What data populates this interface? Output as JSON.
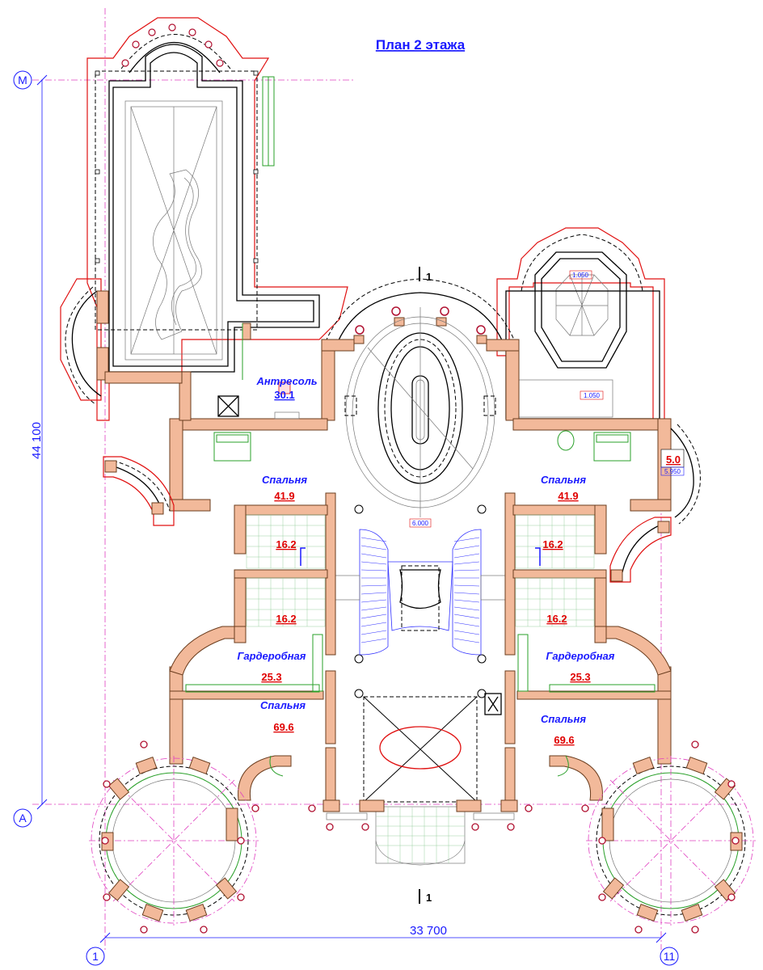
{
  "title": "План 2 этажа",
  "axes": {
    "top_left": "M",
    "bottom_left": "A",
    "bottom_1": "1",
    "bottom_11": "11"
  },
  "dimensions": {
    "vertical": "44 100",
    "horizontal": "33 700"
  },
  "section_marks": [
    "1",
    "1"
  ],
  "rooms": [
    {
      "name": "Антресоль",
      "area": "30.1"
    },
    {
      "name": "Спальня",
      "area": "41.9"
    },
    {
      "name": "Спальня",
      "area": "41.9"
    },
    {
      "name": "",
      "area": "16.2"
    },
    {
      "name": "",
      "area": "16.2"
    },
    {
      "name": "",
      "area": "16.2"
    },
    {
      "name": "",
      "area": "16.2"
    },
    {
      "name": "Гардеробная",
      "area": "25.3"
    },
    {
      "name": "Гардеробная",
      "area": "25.3"
    },
    {
      "name": "Спальня",
      "area": "69.6"
    },
    {
      "name": "Спальня",
      "area": "69.6"
    },
    {
      "name": "",
      "area": "5.0"
    }
  ],
  "levels": [
    "1.050",
    "1.050",
    "6.000",
    "5.950"
  ],
  "colors": {
    "annotation": "#1a1aff",
    "area": "#e00000",
    "wall_fill": "#f2b99a",
    "roof_outline": "#e01010"
  }
}
